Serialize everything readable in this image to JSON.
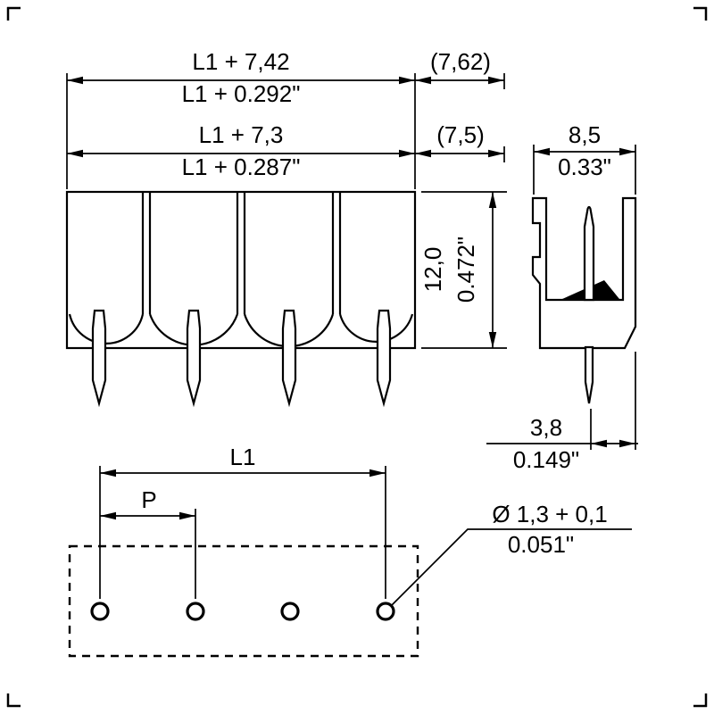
{
  "style": {
    "ink_color": "#000000",
    "background": "#ffffff"
  },
  "front": {
    "dim_outer": {
      "metric": "L1 + 7,42",
      "imperial": "L1 + 0.292\"",
      "aux": "(7,62)"
    },
    "dim_inner": {
      "metric": "L1 + 7,3",
      "imperial": "L1 + 0.287\"",
      "aux": "(7,5)"
    },
    "height": {
      "metric": "12,0",
      "imperial": "0.472\""
    }
  },
  "side": {
    "width": {
      "metric": "8,5",
      "imperial": "0.33\""
    },
    "pin_offset": {
      "metric": "3,8",
      "imperial": "0.149\""
    }
  },
  "footprint": {
    "length_label": "L1",
    "pitch_label": "P",
    "hole_dia": {
      "metric": "Ø 1,3 + 0,1",
      "imperial": "0.051\""
    }
  }
}
